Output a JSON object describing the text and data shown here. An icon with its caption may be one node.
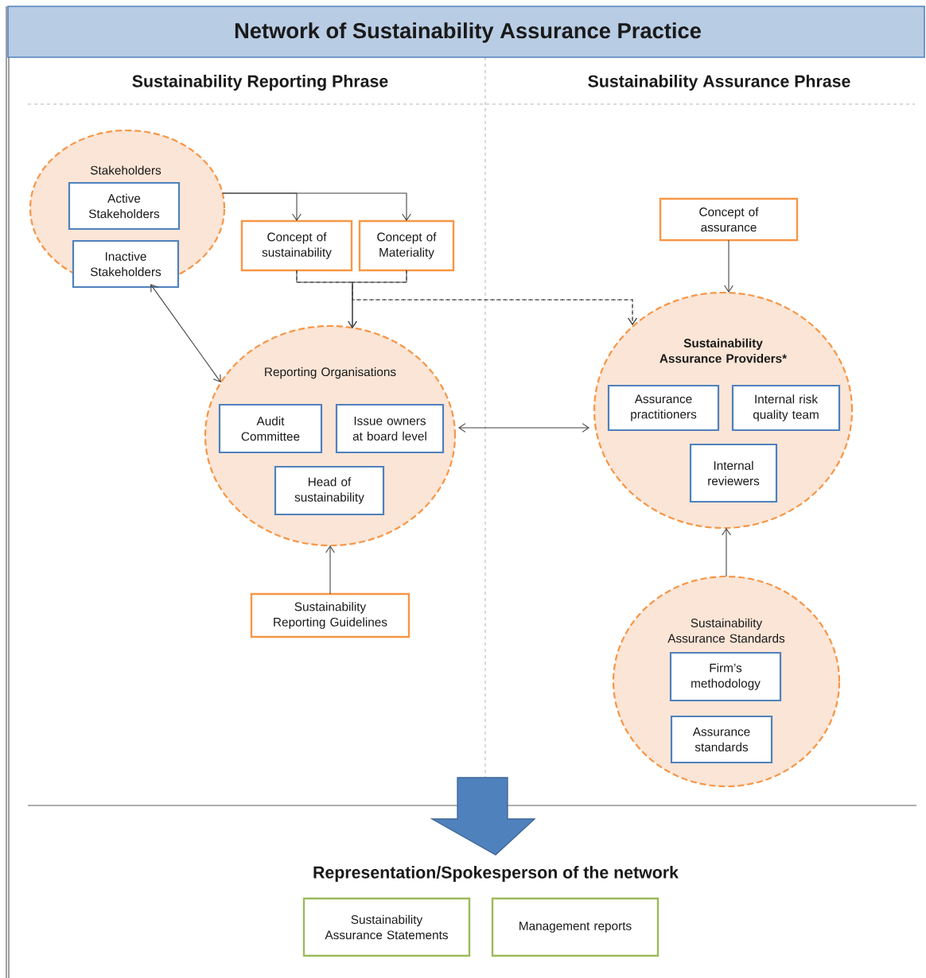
{
  "diagram": {
    "title": "Network of Sustainability Assurance Practice",
    "nodes": [
      {
        "text": [
          "Stakeholders"
        ]
      },
      {
        "text": [
          "Active Stakeholders"
        ],
        "in": 0
      },
      {
        "text": [
          "Inactive Stakeholders"
        ],
        "in": 0
      },
      {
        "text": [
          "Concept of sustainability"
        ]
      },
      {
        "text": [
          "Concept of Materiality"
        ]
      },
      {
        "text": [
          "Reporting Organisations"
        ]
      },
      {
        "text": [
          "Audit Committee"
        ],
        "in": 5
      },
      {
        "text": [
          "Issue owners at board level"
        ],
        "in": 5
      },
      {
        "text": [
          "Head of sustainability"
        ],
        "in": 5
      },
      {
        "text": [
          "Sustainability Reporting Guidelines"
        ]
      },
      {
        "text": [
          "Concept of assurance"
        ]
      },
      {
        "text": [
          "Sustainability Assurance Providers*"
        ]
      },
      {
        "text": [
          "Assurance practitioners"
        ],
        "in": 11
      },
      {
        "text": [
          "Internal risk quality team"
        ],
        "in": 11
      },
      {
        "text": [
          "Internal reviewers"
        ],
        "in": 11
      },
      {
        "text": [
          "Sustainability Assurance Standards"
        ]
      },
      {
        "text": [
          "Firm’s methodology"
        ],
        "in": 15
      },
      {
        "text": [
          "Assurance standards"
        ],
        "in": 15
      },
      {
        "text": [
          "Representation/Spokesperson of the network"
        ]
      },
      {
        "text": [
          "Sustainability Assurance Statements"
        ]
      },
      {
        "text": [
          "Management reports"
        ]
      }
    ],
    "edges": [
      {
        "from": 0,
        "to": 3,
        "arrow": "to"
      },
      {
        "from": 0,
        "to": 4,
        "arrow": "to"
      },
      {
        "from": 3,
        "to": 5,
        "arrow": "to"
      },
      {
        "from": 4,
        "to": 5,
        "arrow": "to"
      },
      {
        "from": 3,
        "to": 11,
        "arrow": "to",
        "style": "dashed"
      },
      {
        "from": 4,
        "to": 11,
        "arrow": "to",
        "style": "dashed"
      },
      {
        "from": 0,
        "to": 5,
        "arrow": "both"
      },
      {
        "from": 5,
        "to": 11,
        "arrow": "both"
      },
      {
        "from": 9,
        "to": 5,
        "arrow": "to"
      },
      {
        "from": 10,
        "to": 11,
        "arrow": "to"
      },
      {
        "from": 15,
        "to": 11,
        "arrow": "to"
      },
      {
        "from": null,
        "to": 18,
        "arrow": "to",
        "style": "thick"
      }
    ],
    "labels": [
      "Sustainability Reporting Phrase",
      "Sustainability Assurance Phrase"
    ]
  }
}
